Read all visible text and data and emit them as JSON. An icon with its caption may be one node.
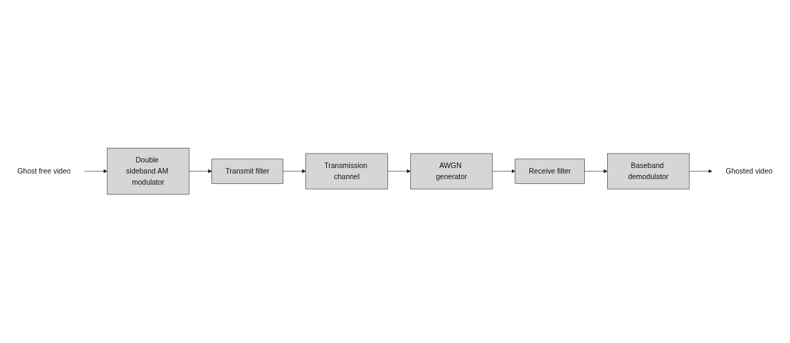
{
  "diagram": {
    "nodes": [
      {
        "text": [
          "Ghost free video"
        ]
      },
      {
        "text": [
          "Double sideband AM modulator"
        ]
      },
      {
        "text": [
          "Transmit filter"
        ]
      },
      {
        "text": [
          "Transmission channel"
        ]
      },
      {
        "text": [
          "Ghosted video"
        ]
      },
      {
        "text": [
          "Baseband demodulator"
        ]
      },
      {
        "text": [
          "Receive filter"
        ]
      },
      {
        "text": [
          "AWGN generator"
        ]
      }
    ],
    "edges": [
      {
        "from": 0,
        "to": 1,
        "arrow": "to"
      },
      {
        "from": 1,
        "to": 2,
        "arrow": "to"
      },
      {
        "from": 2,
        "to": 3,
        "arrow": "to"
      },
      {
        "from": 3,
        "to": 7,
        "arrow": "to"
      },
      {
        "from": 7,
        "to": 6,
        "arrow": "to"
      },
      {
        "from": 6,
        "to": 5,
        "arrow": "to"
      },
      {
        "from": 5,
        "to": 4,
        "arrow": "to"
      }
    ]
  }
}
